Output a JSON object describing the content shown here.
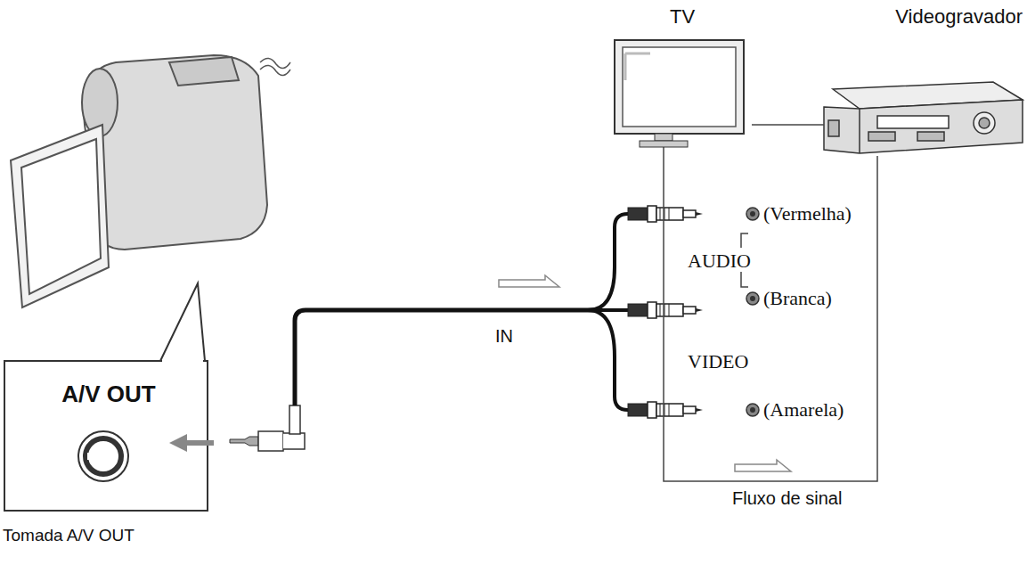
{
  "diagram": {
    "nodes": [
      {
        "text": [
          "TV"
        ]
      },
      {
        "text": [
          "Videogravador"
        ]
      },
      {
        "text": [
          "A/V OUT",
          "Tomada A/V OUT"
        ]
      }
    ],
    "edges": [
      {
        "from": 0,
        "to": 1,
        "arrow": "none"
      }
    ],
    "labels": [
      "(Vermelha)",
      "AUDIO",
      "(Branca)",
      "VIDEO",
      "(Amarela)",
      "IN",
      "Fluxo de sinal"
    ]
  }
}
